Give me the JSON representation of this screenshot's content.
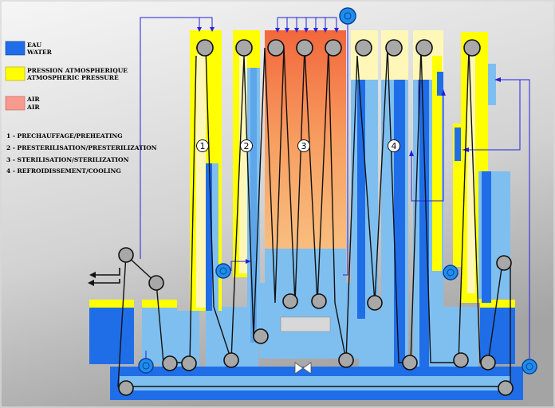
{
  "legend": {
    "water": {
      "label_fr": "EAU",
      "label_en": "WATER",
      "color": "#1f6ee8"
    },
    "atmospheric": {
      "label_fr": "PRESSION ATMOSPHERIQUE",
      "label_en": "ATMOSPHERIC PRESSURE",
      "color": "#ffff00"
    },
    "air": {
      "label_fr": "AIR",
      "label_en": "AIR",
      "color": "#f79a8e"
    }
  },
  "stages": [
    {
      "number": "1",
      "label": "1 - PRECHAUFFAGE/PREHEATING"
    },
    {
      "number": "2",
      "label": "2 - PRESTERILISATION/PRESTERILIZATION"
    },
    {
      "number": "3",
      "label": "3 - STERILISATION/STERILIZATION"
    },
    {
      "number": "4",
      "label": "4 - REFROIDISSEMENT/COOLING"
    }
  ],
  "colors": {
    "background_top": "#f4f4f4",
    "background_bottom": "#a9a9a9",
    "light_water": "#7fbff0",
    "deep_water": "#1f6ee8",
    "pale_top": "#fff7b8",
    "steam_top": "#f2673c",
    "steam_bottom": "#f8c07a",
    "flow_line": "#2222dd",
    "cable": "#111111",
    "wheel": "#a8a8a8"
  }
}
